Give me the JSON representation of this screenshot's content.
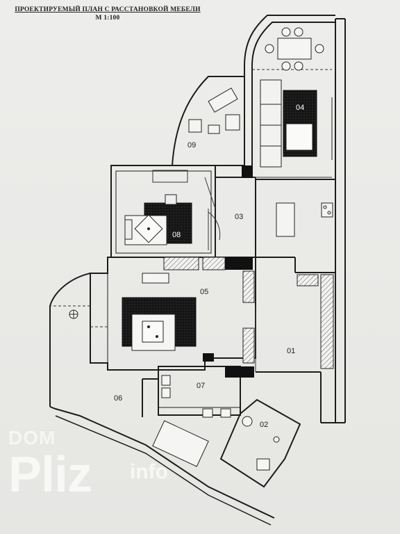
{
  "title": {
    "line1": "ПРОЕКТИРУЕМЫЙ ПЛАН С РАССТАНОВКОЙ МЕБЕЛИ",
    "line2": "М 1:100"
  },
  "rooms": [
    {
      "id": "01",
      "label": "01"
    },
    {
      "id": "02",
      "label": "02"
    },
    {
      "id": "03",
      "label": "03"
    },
    {
      "id": "04",
      "label": "04"
    },
    {
      "id": "05",
      "label": "05"
    },
    {
      "id": "06",
      "label": "06"
    },
    {
      "id": "07",
      "label": "07"
    },
    {
      "id": "08",
      "label": "08"
    },
    {
      "id": "09",
      "label": "09"
    }
  ],
  "watermark": {
    "top": "DOM",
    "main": "Pliz",
    "sub": "info"
  }
}
